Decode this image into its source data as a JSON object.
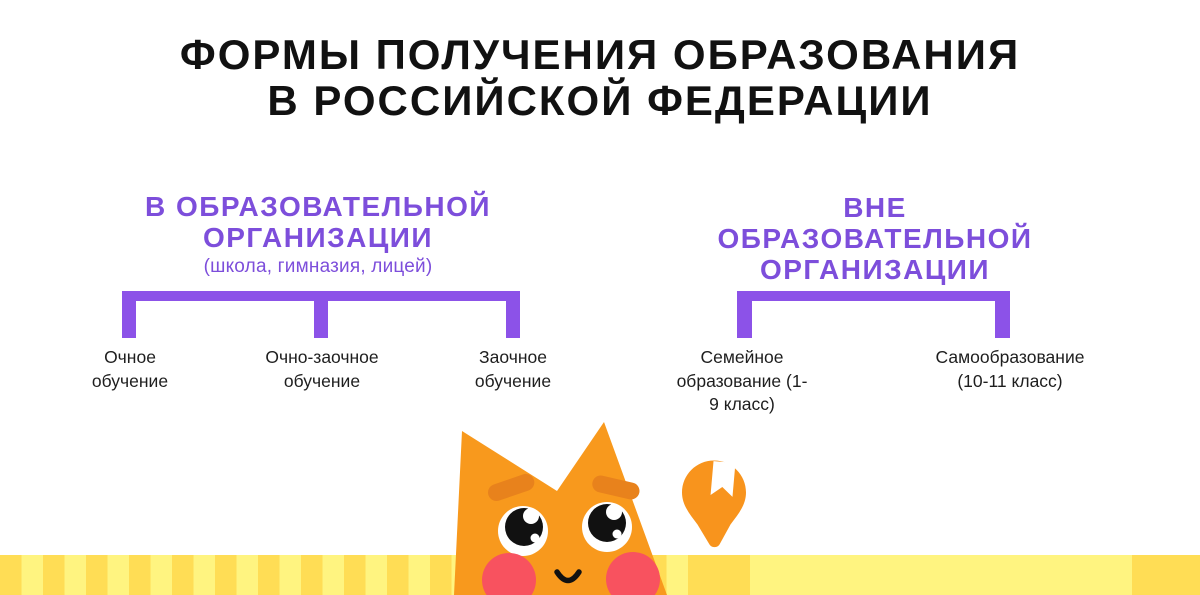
{
  "title": {
    "lines": [
      "ФОРМЫ ПОЛУЧЕНИЯ ОБРАЗОВАНИЯ",
      "В РОССИЙСКОЙ ФЕДЕРАЦИИ"
    ]
  },
  "branches": {
    "in_org": {
      "heading_lines": [
        "В ОБРАЗОВАТЕЛЬНОЙ",
        "ОРГАНИЗАЦИИ"
      ],
      "subtitle": "(школа, гимназия, лицей)",
      "items": [
        {
          "label": "Очное обучение"
        },
        {
          "label": "Очно-заочное обучение"
        },
        {
          "label": "Заочное обучение"
        }
      ]
    },
    "out_org": {
      "heading_lines": [
        "ВНЕ",
        "ОБРАЗОВАТЕЛЬНОЙ",
        "ОРГАНИЗАЦИИ"
      ],
      "items": [
        {
          "label": "Семейное образование (1-9 класс)"
        },
        {
          "label": "Самообразование (10-11 класс)"
        }
      ]
    }
  },
  "icons": {
    "mascot": "fox-mascot",
    "pin": "bookmark-location-pin"
  },
  "colors": {
    "title_text": "#111111",
    "accent_purple_text": "#7D4EDB",
    "accent_purple_bracket": "#8C52E8",
    "label_text": "#1E1E1E",
    "fox_orange": "#F8991D",
    "fox_brow_orange": "#E8821C",
    "fox_cheek_pink": "#F8525F",
    "pin_orange": "#F8941D",
    "band_yellow_dark": "#FFDD55",
    "band_yellow_light": "#FFF480"
  }
}
